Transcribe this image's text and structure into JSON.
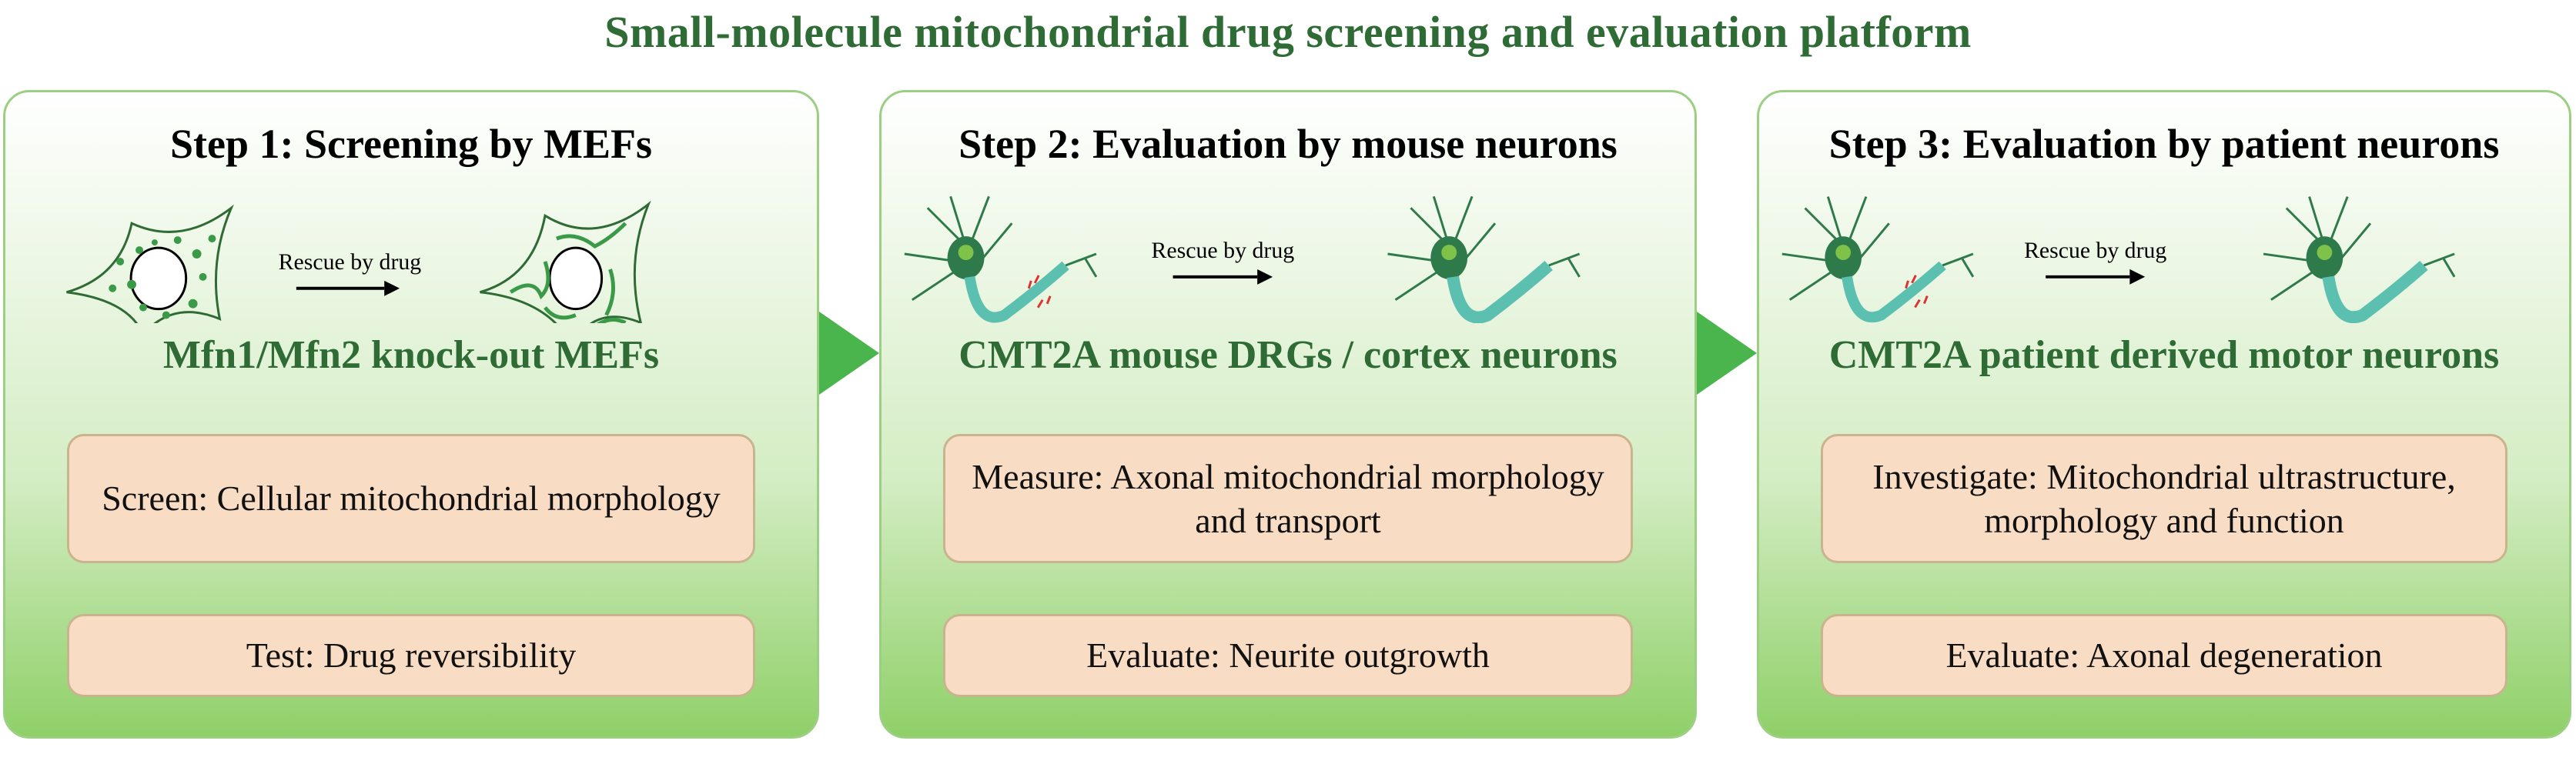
{
  "title": "Small-molecule mitochondrial drug screening and evaluation platform",
  "steps": [
    {
      "heading": "Step 1: Screening by MEFs",
      "arrow_label": "Rescue by drug",
      "model": "Mfn1/Mfn2 knock-out MEFs",
      "box1": "Screen: Cellular mitochondrial morphology",
      "box2": "Test: Drug reversibility"
    },
    {
      "heading": "Step 2: Evaluation by mouse neurons",
      "arrow_label": "Rescue by drug",
      "model": "CMT2A mouse DRGs / cortex neurons",
      "box1": "Measure: Axonal mitochondrial morphology and transport",
      "box2": "Evaluate: Neurite outgrowth"
    },
    {
      "heading": "Step 3: Evaluation by patient neurons",
      "arrow_label": "Rescue by drug",
      "model": "CMT2A patient derived motor neurons",
      "box1": "Investigate: Mitochondrial ultrastructure, morphology and function",
      "box2": "Evaluate: Axonal degeneration"
    }
  ],
  "colors": {
    "title_green": "#2f6b35",
    "arrow_green": "#4ab54c",
    "box_fill": "#f8dcc4"
  }
}
